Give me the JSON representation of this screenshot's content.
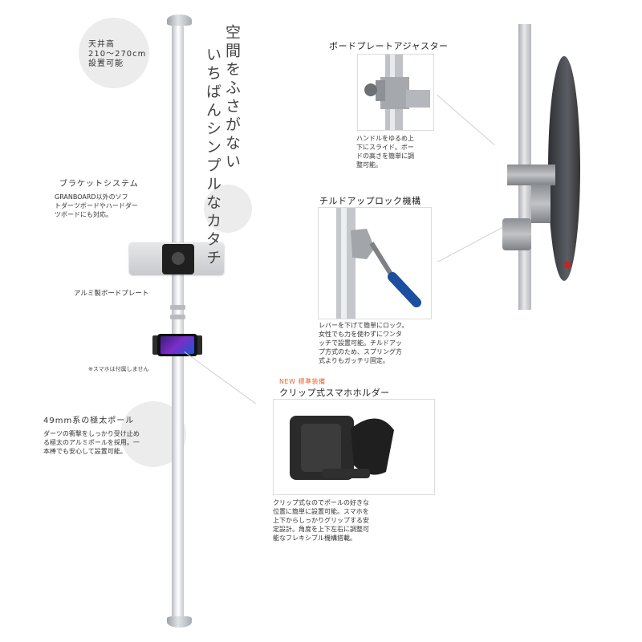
{
  "tagline": {
    "line1": "空間をふさがない",
    "line2": "いちばんシンプルなカタチ"
  },
  "ceiling": {
    "text": "天井高\n210〜270cm\n設置可能"
  },
  "bracket_system": {
    "title": "ブラケットシステム",
    "desc": "GRANBOARD以外のソフ\nトダーツボードやハードダー\nツボードにも対応。"
  },
  "plate_label": "アルミ製ボードプレート",
  "phone_note": "※スマホは付属しません",
  "pole_info": {
    "title": "49mm系の極太ポール",
    "desc": "ダーツの衝撃をしっかり受け止め\nる極太のアルミポールを採用。一\n本棒でも安心して設置可能。"
  },
  "adjuster": {
    "title": "ボードプレートアジャスター",
    "desc": "ハンドルをゆるめ上\n下にスライド。ボー\nドの高さを簡単に調\n整可能。"
  },
  "lock": {
    "title": "チルドアップロック機構",
    "desc": "レバーを下げて簡単にロック。\n女性でも力を使わずにワンタ\nッチで設置可能。チルドアッ\nプ方式のため、スプリング方\n式よりもガッチリ固定。"
  },
  "holder": {
    "badge": "NEW 標準装備",
    "title": "クリップ式スマホホルダー",
    "desc": "クリップ式なのでポールの好きな\n位置に簡単に設置可能。スマホを\n上下からしっかりグリップする安\n定設計。角度を上下左右に調整可\n能なフレキシブル機構搭載。"
  },
  "colors": {
    "accent_new": "#e06633",
    "bubble": "#ececec",
    "board": "#2d2f33"
  }
}
